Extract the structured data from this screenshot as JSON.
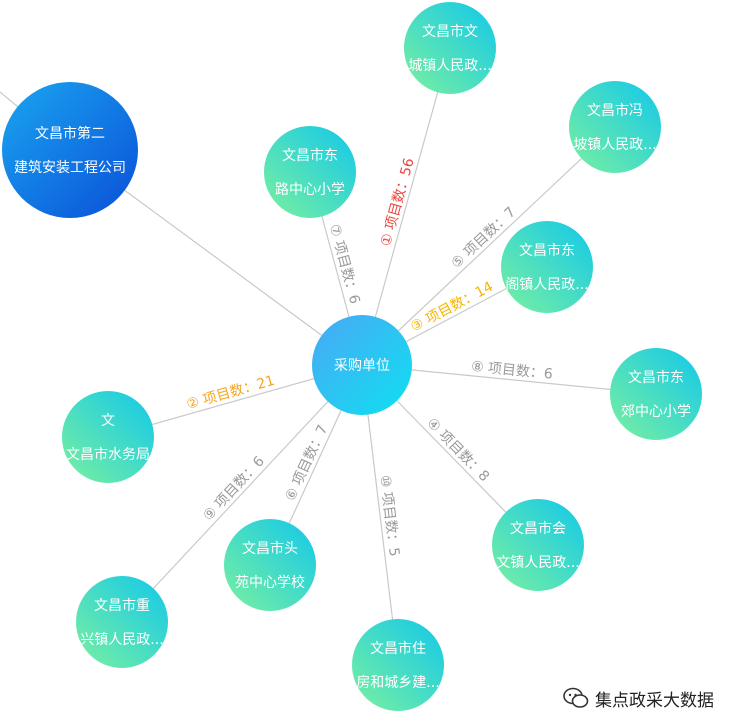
{
  "center": {
    "label": "采购单位"
  },
  "colors": {
    "edge_line": "#c9c9c9",
    "label_default": "#9a9a9a",
    "label_red": "#e8473f",
    "label_orange": "#f5a623",
    "label_yellow": "#f7b500"
  },
  "nodes": [
    {
      "id": "n1",
      "lines": [
        "文昌市第二",
        "建筑安装工程公司"
      ],
      "project_label": "",
      "label_color": "default",
      "style": "blue"
    },
    {
      "id": "n2",
      "lines": [
        "文昌市文",
        "城镇人民政..."
      ],
      "project_label": "① 项目数：56",
      "label_color": "red",
      "style": "green"
    },
    {
      "id": "n3",
      "lines": [
        "文昌市水务局"
      ],
      "project_label": "② 项目数：21",
      "label_color": "orange",
      "style": "green",
      "top_line": "文"
    },
    {
      "id": "n4",
      "lines": [
        "文昌市东",
        "阁镇人民政..."
      ],
      "project_label": "③ 项目数：14",
      "label_color": "yellow",
      "style": "green"
    },
    {
      "id": "n5",
      "lines": [
        "文昌市会",
        "文镇人民政..."
      ],
      "project_label": "④ 项目数：8",
      "label_color": "default",
      "style": "green"
    },
    {
      "id": "n6",
      "lines": [
        "文昌市冯",
        "坡镇人民政..."
      ],
      "project_label": "⑤ 项目数：7",
      "label_color": "default",
      "style": "green"
    },
    {
      "id": "n7",
      "lines": [
        "文昌市头",
        "苑中心学校"
      ],
      "project_label": "⑥ 项目数：7",
      "label_color": "default",
      "style": "green"
    },
    {
      "id": "n8",
      "lines": [
        "文昌市东",
        "路中心小学"
      ],
      "project_label": "⑦ 项目数：6",
      "label_color": "default",
      "style": "green"
    },
    {
      "id": "n9",
      "lines": [
        "文昌市东",
        "郊中心小学"
      ],
      "project_label": "⑧ 项目数：6",
      "label_color": "default",
      "style": "green"
    },
    {
      "id": "n10",
      "lines": [
        "文昌市重",
        "兴镇人民政..."
      ],
      "project_label": "⑨ 项目数：6",
      "label_color": "default",
      "style": "green"
    },
    {
      "id": "n11",
      "lines": [
        "文昌市住",
        "房和城乡建..."
      ],
      "project_label": "⑩ 项目数：5",
      "label_color": "default",
      "style": "green"
    }
  ],
  "watermark": {
    "text": "集点政采大数据",
    "icon": "wechat-icon"
  }
}
